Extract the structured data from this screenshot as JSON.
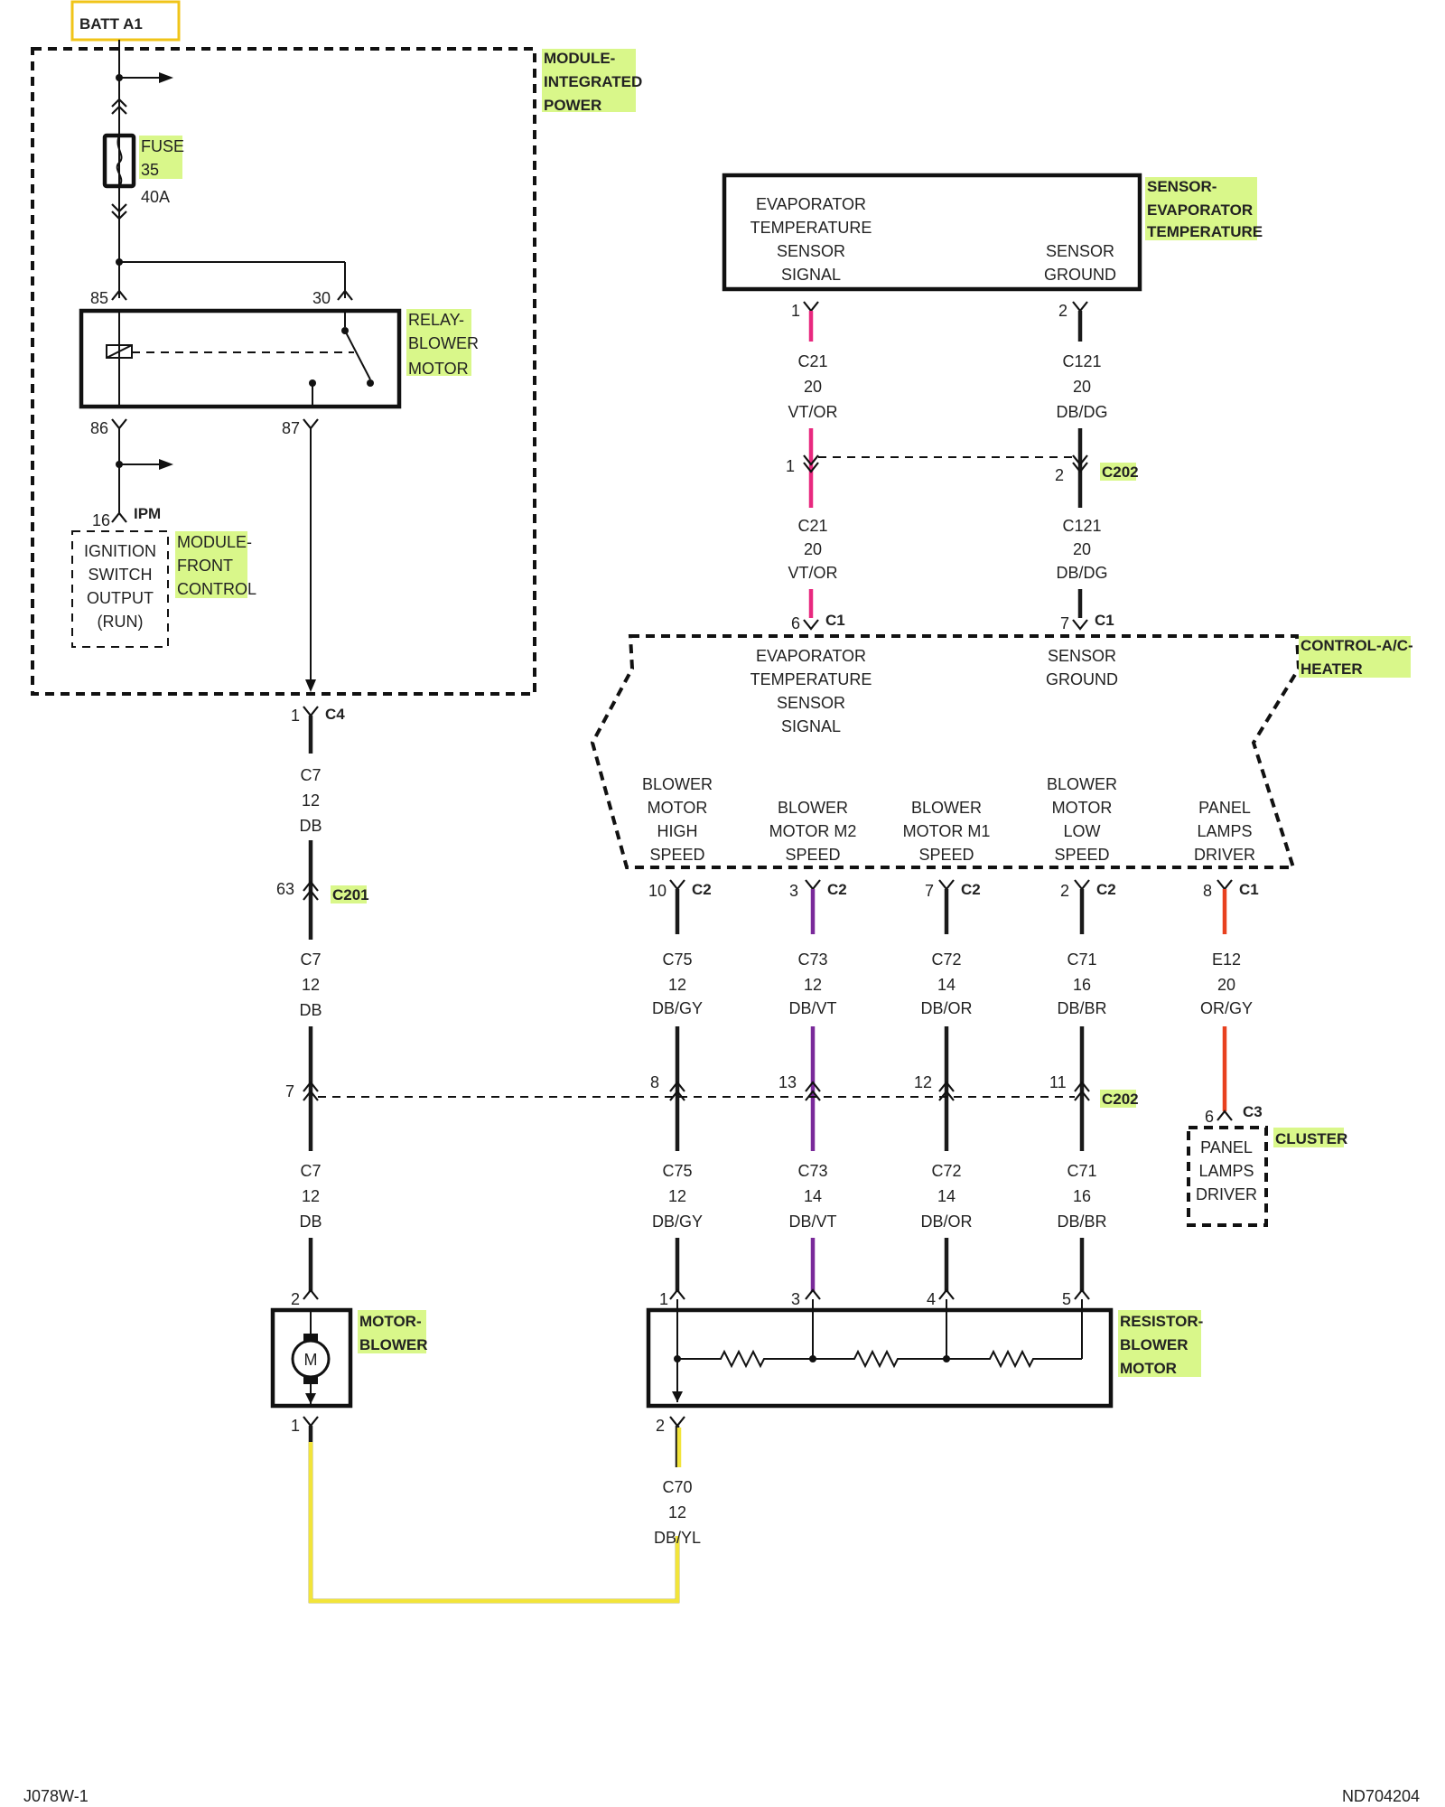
{
  "colors": {
    "highlight": "#d9f78a",
    "wire_black": "#1a1a1a",
    "wire_violet_orange": "#e8297f",
    "wire_dkblue_violet": "#7a2a9a",
    "wire_orange_gray": "#e8411f",
    "wire_yellow": "#f2e43a",
    "batt_border": "#f0c419"
  },
  "batt": "BATT A1",
  "components": {
    "ipm": {
      "name": [
        "MODULE-",
        "INTEGRATED",
        "POWER"
      ]
    },
    "fuse": {
      "name": [
        "FUSE",
        "35"
      ],
      "rating": "40A"
    },
    "relay": {
      "name": [
        "RELAY-",
        "BLOWER",
        "MOTOR"
      ],
      "pins": {
        "p85": "85",
        "p30": "30",
        "p86": "86",
        "p87": "87"
      }
    },
    "fcm": {
      "pin": "16",
      "connector": "IPM",
      "lines": [
        "IGNITION",
        "SWITCH",
        "OUTPUT",
        "(RUN)"
      ],
      "name": [
        "MODULE-",
        "FRONT",
        "CONTROL"
      ]
    },
    "evap_sensor": {
      "name": [
        "SENSOR-",
        "EVAPORATOR",
        "TEMPERATURE"
      ],
      "signal_lines": [
        "EVAPORATOR",
        "TEMPERATURE",
        "SENSOR",
        "SIGNAL"
      ],
      "ground_lines": [
        "SENSOR",
        "GROUND"
      ]
    },
    "control": {
      "name": [
        "CONTROL-A/C-",
        "HEATER"
      ],
      "signal_lines": [
        "EVAPORATOR",
        "TEMPERATURE",
        "SENSOR",
        "SIGNAL"
      ],
      "ground_lines": [
        "SENSOR",
        "GROUND"
      ],
      "outputs": [
        [
          "BLOWER",
          "MOTOR",
          "HIGH",
          "SPEED"
        ],
        [
          "BLOWER",
          "MOTOR M2",
          "SPEED"
        ],
        [
          "BLOWER",
          "MOTOR M1",
          "SPEED"
        ],
        [
          "BLOWER",
          "MOTOR",
          "LOW",
          "SPEED"
        ],
        [
          "PANEL",
          "LAMPS",
          "DRIVER"
        ]
      ]
    },
    "cluster": {
      "name": "CLUSTER",
      "lines": [
        "PANEL",
        "LAMPS",
        "DRIVER"
      ]
    },
    "motor": {
      "name": [
        "MOTOR-",
        "BLOWER"
      ],
      "symbol": "M"
    },
    "resistor": {
      "name": [
        "RESISTOR-",
        "BLOWER",
        "MOTOR"
      ]
    }
  },
  "connectors": {
    "c4": "C4",
    "c201": "C201",
    "c202": "C202",
    "c202b": "C202",
    "c1": "C1",
    "c2": "C2",
    "c3": "C3"
  },
  "wires": {
    "c21": [
      "C21",
      "20",
      "VT/OR"
    ],
    "c121": [
      "C121",
      "20",
      "DB/DG"
    ],
    "c7": [
      "C7",
      "12",
      "DB"
    ],
    "c75": [
      "C75",
      "12",
      "DB/GY"
    ],
    "c73a": [
      "C73",
      "12",
      "DB/VT"
    ],
    "c73b": [
      "C73",
      "14",
      "DB/VT"
    ],
    "c72": [
      "C72",
      "14",
      "DB/OR"
    ],
    "c71": [
      "C71",
      "16",
      "DB/BR"
    ],
    "e12": [
      "E12",
      "20",
      "OR/GY"
    ],
    "c70": [
      "C70",
      "12",
      "DB/YL"
    ]
  },
  "pins": {
    "sens1": "1",
    "sens2": "2",
    "s202_1": "1",
    "s202_2": "2",
    "ctl6": "6",
    "ctl7": "7",
    "c4_1": "1",
    "c201_63": "63",
    "out10": "10",
    "out3": "3",
    "out7": "7",
    "out2": "2",
    "out8": "8",
    "mid7": "7",
    "mid8": "8",
    "mid13": "13",
    "mid12": "12",
    "mid11": "11",
    "cl6": "6",
    "mot2": "2",
    "mot1": "1",
    "res1": "1",
    "res3": "3",
    "res4": "4",
    "res5": "5",
    "res2": "2"
  },
  "footer": {
    "left": "J078W-1",
    "right": "ND704204"
  }
}
